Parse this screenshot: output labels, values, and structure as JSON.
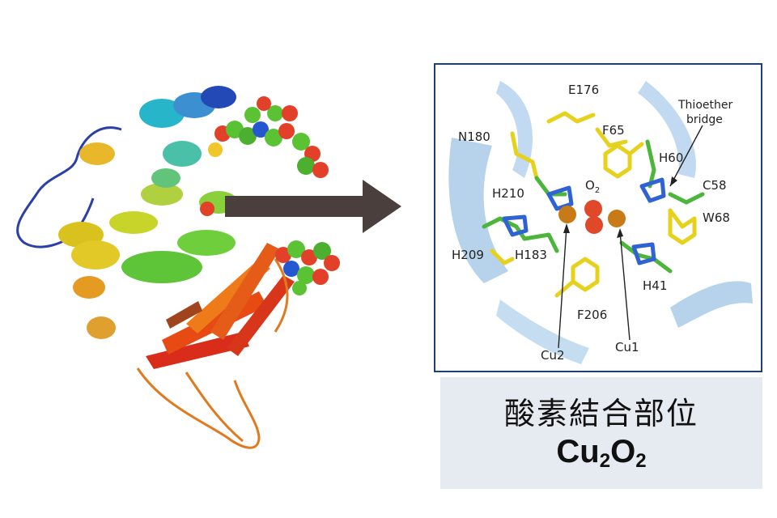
{
  "panel_labels": {
    "e176": "E176",
    "n180": "N180",
    "f65": "F65",
    "thioether_line1": "Thioether",
    "thioether_line2": "bridge",
    "h60": "H60",
    "h210": "H210",
    "o2_main": "O",
    "o2_sub": "2",
    "c58": "C58",
    "w68": "W68",
    "h209": "H209",
    "h183": "H183",
    "h41": "H41",
    "f206": "F206",
    "cu2": "Cu2",
    "cu1": "Cu1"
  },
  "caption": {
    "title": "酸素結合部位",
    "formula_a": "Cu",
    "formula_sub_a": "2",
    "formula_b": "O",
    "formula_sub_b": "2"
  }
}
